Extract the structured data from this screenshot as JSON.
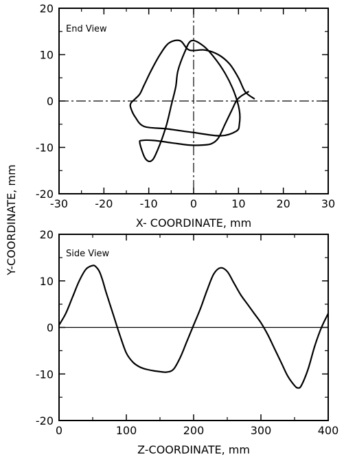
{
  "y_axis_label": "Y-COORDINATE, mm",
  "chart_data": [
    {
      "type": "line",
      "title": "End View",
      "xlabel": "X- COORDINATE, mm",
      "ylabel": "Y-COORDINATE, mm",
      "xlim": [
        -30,
        30
      ],
      "ylim": [
        -20,
        20
      ],
      "xticks": [
        -30,
        -20,
        -10,
        0,
        10,
        20,
        30
      ],
      "yticks": [
        -20,
        -10,
        0,
        10,
        20
      ],
      "xtick_labels": [
        "-30",
        "-20",
        "-10",
        "0",
        "10",
        "20",
        "30"
      ],
      "ytick_labels": [
        "-20",
        "-10",
        "0",
        "10",
        "20"
      ],
      "grid": false,
      "reference_lines": [
        {
          "axis": "y",
          "value": 0,
          "style": "dash-dot"
        },
        {
          "axis": "x",
          "value": 0,
          "style": "dash-dot"
        }
      ],
      "series": [
        {
          "x": [
            13.5,
            11.5,
            10.0,
            8.0,
            5.5,
            2.5,
            -1.0,
            -3.0,
            -5.5,
            -7.5,
            -9.5,
            -11.0,
            -12.0,
            -13.0,
            -14.0,
            -14.0,
            -13.0,
            -11.0,
            -6.0,
            0.0,
            6.0,
            9.5,
            10.2,
            10.2,
            9.0,
            7.0,
            4.5,
            2.0,
            -0.5,
            -2.0,
            -3.5,
            -4.0,
            -5.0,
            -6.0,
            -7.0,
            -8.0,
            -9.0,
            -10.0,
            -11.0,
            -12.0,
            -11.5,
            -9.0,
            -5.0,
            -1.0,
            2.0,
            4.0,
            5.5,
            7.0,
            8.5,
            9.5,
            10.5,
            11.3,
            12.2
          ],
          "y": [
            0.5,
            2.0,
            5.0,
            8.0,
            10.0,
            11.0,
            11.0,
            13.0,
            12.5,
            10.0,
            6.5,
            3.5,
            1.5,
            0.5,
            -0.5,
            -1.5,
            -3.5,
            -5.5,
            -6.0,
            -6.8,
            -7.5,
            -6.5,
            -5.0,
            -2.0,
            2.0,
            6.0,
            9.5,
            12.0,
            13.0,
            10.5,
            6.5,
            3.0,
            -1.0,
            -5.0,
            -8.0,
            -10.5,
            -12.5,
            -13.0,
            -12.0,
            -9.0,
            -8.5,
            -8.5,
            -9.0,
            -9.5,
            -9.5,
            -9.2,
            -8.0,
            -5.0,
            -2.0,
            0.0,
            1.0,
            1.5,
            2.0
          ]
        }
      ]
    },
    {
      "type": "line",
      "title": "Side View",
      "xlabel": "Z-COORDINATE, mm",
      "ylabel": "Y-COORDINATE, mm",
      "xlim": [
        0,
        400
      ],
      "ylim": [
        -20,
        20
      ],
      "xticks": [
        0,
        100,
        200,
        300,
        400
      ],
      "yticks": [
        -20,
        -10,
        0,
        10,
        20
      ],
      "xtick_labels": [
        "0",
        "100",
        "200",
        "300",
        "400"
      ],
      "ytick_labels": [
        "-20",
        "-10",
        "0",
        "10",
        "20"
      ],
      "grid": false,
      "reference_lines": [
        {
          "axis": "y",
          "value": 0,
          "style": "solid"
        }
      ],
      "series": [
        {
          "x": [
            0,
            10,
            20,
            30,
            40,
            50,
            55,
            60,
            65,
            70,
            80,
            90,
            100,
            110,
            120,
            130,
            140,
            150,
            160,
            170,
            180,
            190,
            200,
            210,
            220,
            230,
            240,
            250,
            260,
            270,
            280,
            290,
            300,
            310,
            320,
            330,
            340,
            350,
            355,
            360,
            370,
            380,
            390,
            400
          ],
          "y": [
            0.5,
            3.0,
            6.5,
            10.0,
            12.5,
            13.3,
            13.0,
            12.0,
            10.0,
            7.5,
            3.0,
            -1.5,
            -5.5,
            -7.5,
            -8.5,
            -9.0,
            -9.3,
            -9.5,
            -9.6,
            -9.0,
            -6.5,
            -3.0,
            0.5,
            4.0,
            8.0,
            11.5,
            12.8,
            12.0,
            9.5,
            7.0,
            5.0,
            3.0,
            1.0,
            -1.5,
            -4.5,
            -7.5,
            -10.5,
            -12.5,
            -13.0,
            -12.5,
            -9.0,
            -4.0,
            0.0,
            3.0
          ]
        }
      ]
    }
  ]
}
